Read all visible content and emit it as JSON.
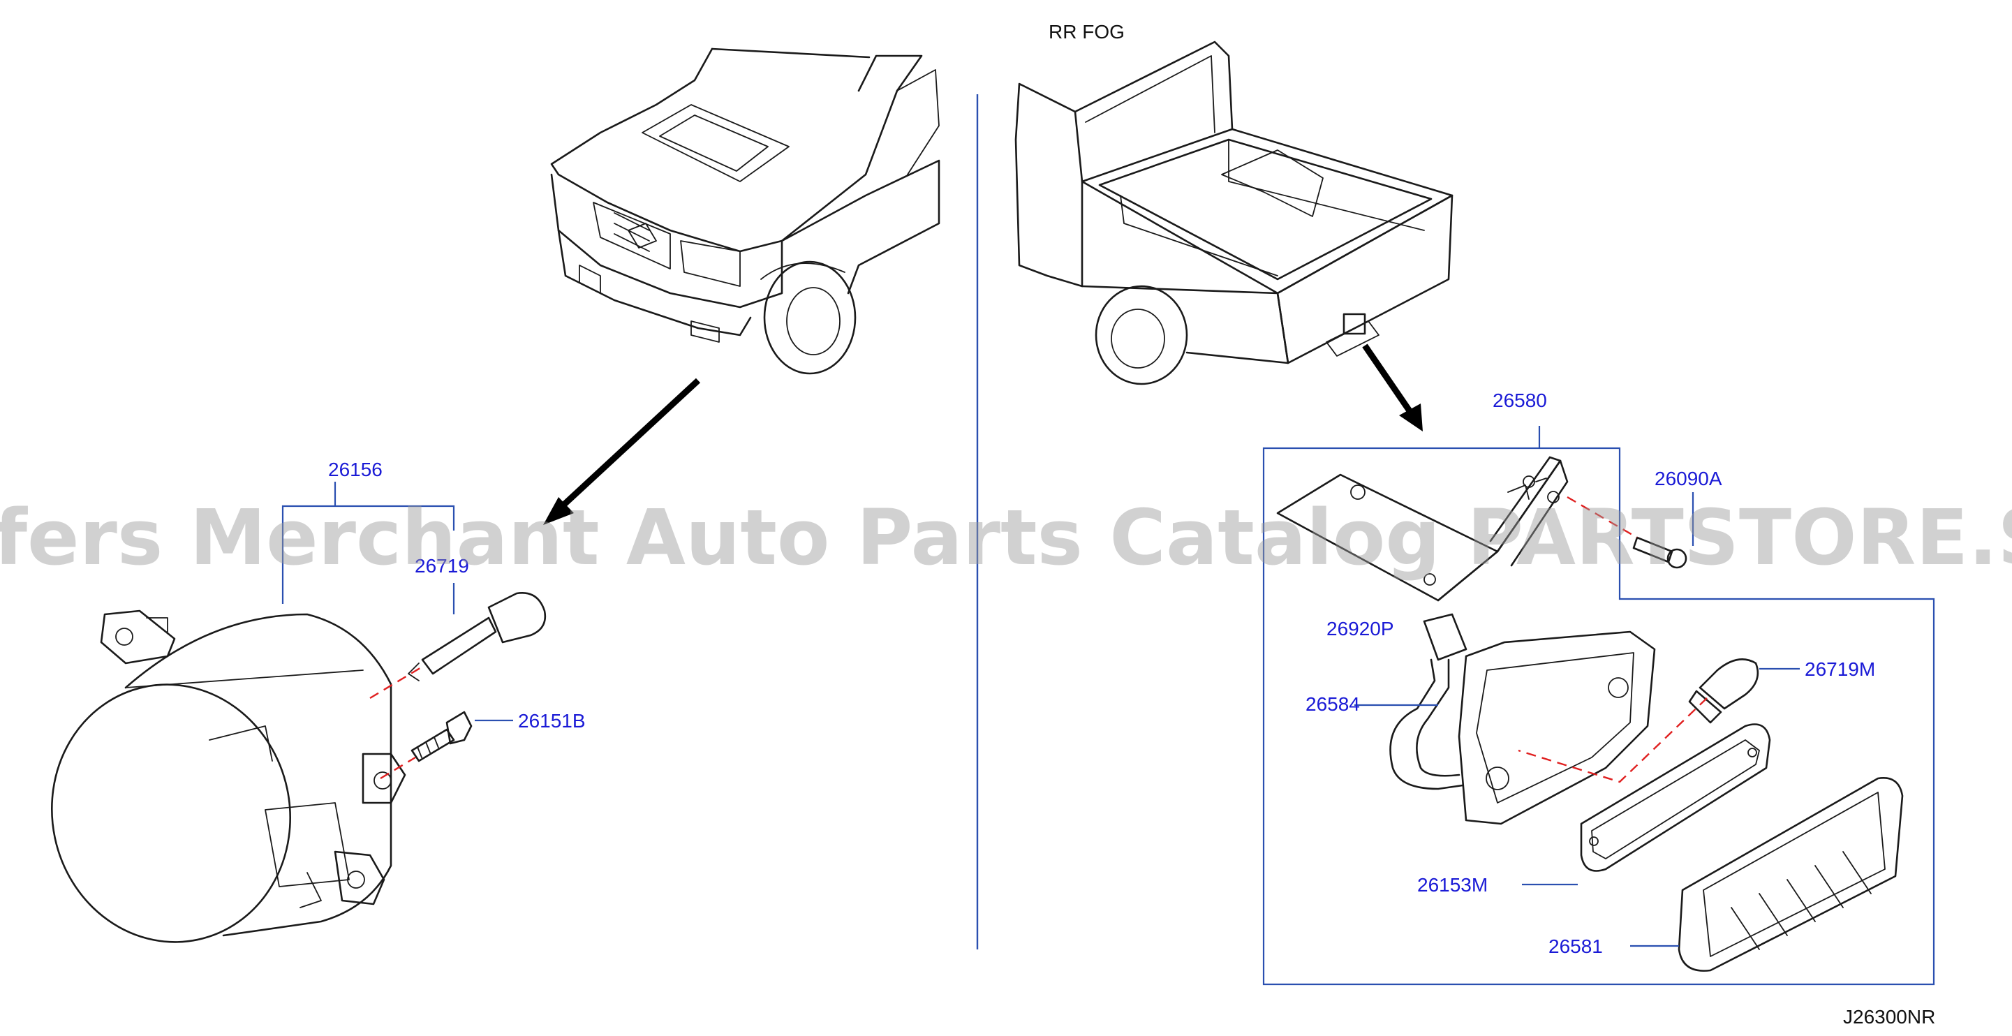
{
  "headings": {
    "rear_fog": "RR   FOG"
  },
  "watermark": "Offers Merchant Auto Parts Catalog PARTSTORE.SA",
  "diagram_code": "J26300NR",
  "parts": {
    "p26156": "26156",
    "p26719": "26719",
    "p26151B": "26151B",
    "p26580": "26580",
    "p26090A": "26090A",
    "p26920P": "26920P",
    "p26584": "26584",
    "p26719M": "26719M",
    "p26153M": "26153M",
    "p26581": "26581"
  },
  "colors": {
    "part_number": "#1a1ad6",
    "leader_line": "#2a4fb0",
    "hidden_line": "#e02020",
    "watermark": "#9a9a9a"
  }
}
